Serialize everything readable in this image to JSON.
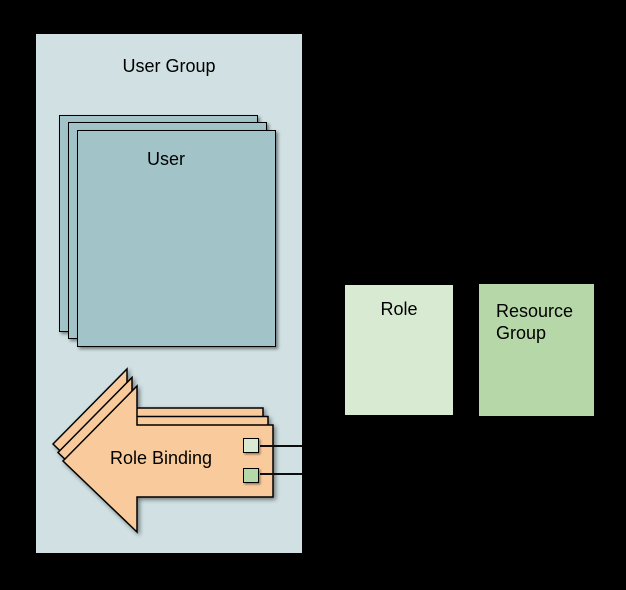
{
  "canvas": {
    "background": "#000000",
    "stroke": "#000000"
  },
  "user_group": {
    "label": "User Group",
    "fill": "#d0e0e3"
  },
  "user": {
    "label": "User",
    "fill": "#a2c4c9",
    "stacked_copies": 3
  },
  "role_binding": {
    "label": "Role Binding",
    "fill": "#f9cb9c",
    "shape": "left-arrow",
    "stacked_copies": 3
  },
  "role": {
    "label": "Role",
    "fill": "#d9ead3"
  },
  "resource_group": {
    "label": "Resource Group",
    "fill": "#b6d7a8"
  },
  "connectors": {
    "role_ref": {
      "fill": "#d9ead3"
    },
    "resource_group_ref": {
      "fill": "#b6d7a8"
    }
  }
}
